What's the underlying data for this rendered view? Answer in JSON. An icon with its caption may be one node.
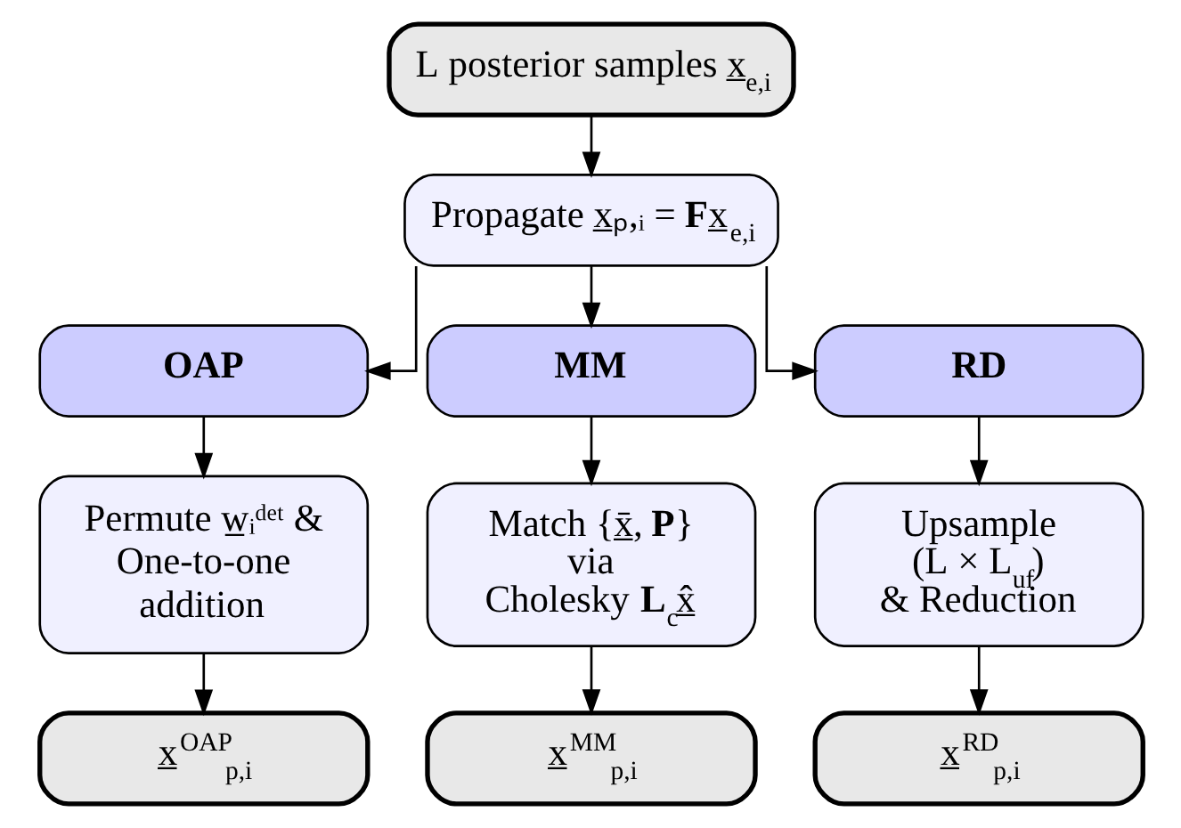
{
  "diagram": {
    "nodes": [
      {
        "text": [
          "L posterior samples x̲$_{e,i}$"
        ]
      },
      {
        "text": [
          "Propagate x̲ₚ,ᵢ = **F**x̲$_{e,i}$"
        ]
      },
      {
        "text": [
          "OAP"
        ]
      },
      {
        "text": [
          "MM"
        ]
      },
      {
        "text": [
          "RD"
        ]
      },
      {
        "text": [
          "Permute w̲ᵢᵈᵉᵗ & One-to-one addition"
        ]
      },
      {
        "text": [
          "Match {x̲̄, **P**} via Cholesky **L**$_{c}$x̲̂"
        ]
      },
      {
        "text": [
          "Upsample (L × L$_{uf}$) & Reduction"
        ]
      },
      {
        "text": [
          "x̲$^{OAP}$$_{p,i}$"
        ]
      },
      {
        "text": [
          "x̲$^{MM}$$_{p,i}$"
        ]
      },
      {
        "text": [
          "x̲$^{RD}$$_{p,i}$"
        ]
      }
    ],
    "edges": [
      {
        "from": 0,
        "to": 1,
        "arrow": "to"
      },
      {
        "from": 1,
        "to": 2,
        "arrow": "to"
      },
      {
        "from": 1,
        "to": 3,
        "arrow": "to"
      },
      {
        "from": 1,
        "to": 4,
        "arrow": "to"
      },
      {
        "from": 2,
        "to": 5,
        "arrow": "to"
      },
      {
        "from": 3,
        "to": 6,
        "arrow": "to"
      },
      {
        "from": 4,
        "to": 7,
        "arrow": "to"
      },
      {
        "from": 5,
        "to": 8,
        "arrow": "to"
      },
      {
        "from": 6,
        "to": 9,
        "arrow": "to"
      },
      {
        "from": 7,
        "to": 10,
        "arrow": "to"
      }
    ]
  }
}
